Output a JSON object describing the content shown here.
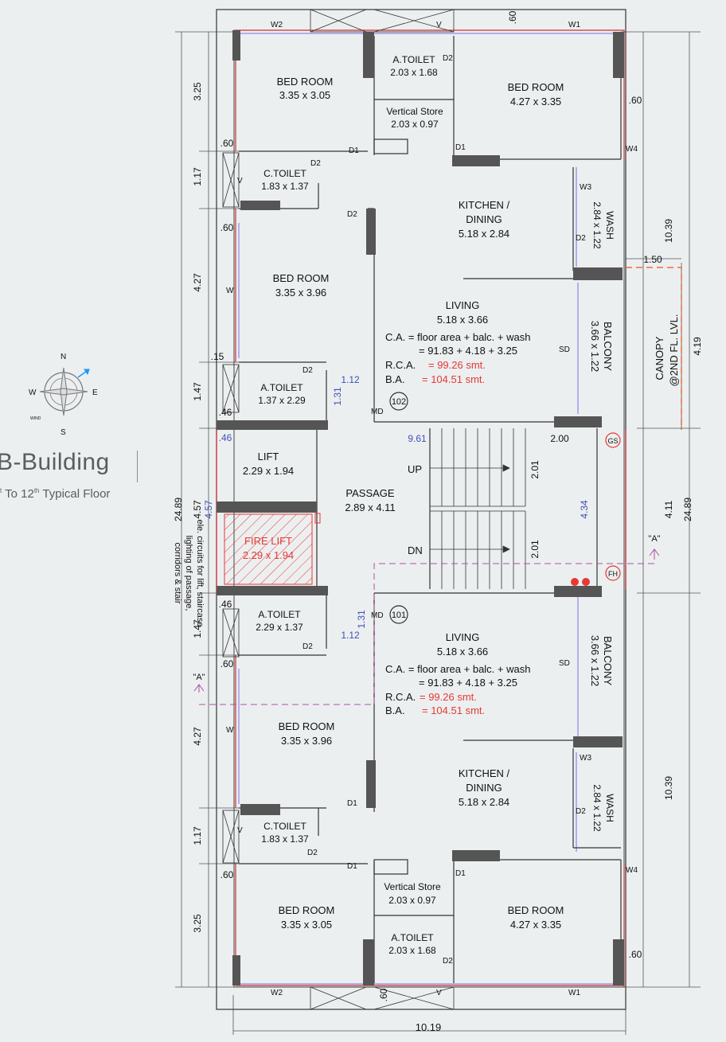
{
  "building": {
    "title": "B-Building",
    "floor_prefix": "st",
    "floor_text": " To 12",
    "floor_sup": "th",
    "floor_suffix": " Typical Floor"
  },
  "compass": {
    "n": "N",
    "s": "S",
    "e": "E",
    "w": "W",
    "wind": "WIND"
  },
  "rooms": {
    "bed_tl": [
      "BED ROOM",
      "3.35 x 3.05"
    ],
    "atoilet_tc": [
      "A.TOILET",
      "2.03 x 1.68"
    ],
    "bed_tr": [
      "BED ROOM",
      "4.27 x 3.35"
    ],
    "vstore_t": [
      "Vertical Store",
      "2.03 x 0.97"
    ],
    "ctoilet_t": [
      "C.TOILET",
      "1.83 x 1.37"
    ],
    "kitchen_t": [
      "KITCHEN /",
      "DINING",
      "5.18 x 2.84"
    ],
    "wash_t": [
      "WASH",
      "2.84 x 1.22"
    ],
    "bed_ml_t": [
      "BED ROOM",
      "3.35 x 3.96"
    ],
    "living_t": [
      "LIVING",
      "5.18 x 3.66"
    ],
    "balcony_t": [
      "BALCONY",
      "3.66 x 1.22"
    ],
    "atoilet_ml_t": [
      "A.TOILET",
      "1.37 x 2.29"
    ],
    "lift": [
      "LIFT",
      "2.29 x 1.94"
    ],
    "passage": [
      "PASSAGE",
      "2.89 x 4.11"
    ],
    "fire_lift": [
      "FIRE LIFT",
      "2.29 x 1.94"
    ],
    "atoilet_ml_b": [
      "A.TOILET",
      "2.29 x 1.37"
    ],
    "living_b": [
      "LIVING",
      "5.18 x 3.66"
    ],
    "balcony_b": [
      "BALCONY",
      "3.66 x 1.22"
    ],
    "bed_ml_b": [
      "BED ROOM",
      "3.35 x 3.96"
    ],
    "kitchen_b": [
      "KITCHEN /",
      "DINING",
      "5.18 x 2.84"
    ],
    "wash_b": [
      "WASH",
      "2.84 x 1.22"
    ],
    "ctoilet_b": [
      "C.TOILET",
      "1.83 x 1.37"
    ],
    "vstore_b": [
      "Vertical Store",
      "2.03 x 0.97"
    ],
    "bed_bl": [
      "BED ROOM",
      "3.35 x 3.05"
    ],
    "bed_br": [
      "BED ROOM",
      "4.27 x 3.35"
    ],
    "atoilet_bc": [
      "A.TOILET",
      "2.03 x 1.68"
    ]
  },
  "areas": {
    "ca_line1": "C.A.   = floor area + balc. + wash",
    "ca_line2": "=  91.83   + 4.18  + 3.25",
    "rca_label": "R.C.A.",
    "rca_value": "= 99.26 smt.",
    "ba_label": "B.A.",
    "ba_value": "= 104.51 smt."
  },
  "units": {
    "top": "102",
    "bottom": "101"
  },
  "canopy": [
    "CANOPY",
    "@2ND FL. LVL."
  ],
  "stair": {
    "up": "UP",
    "dn": "DN"
  },
  "markers": {
    "gs": "GS",
    "fh": "FH",
    "section": "\"A\""
  },
  "note": [
    "ele. circuits for lift, staircase",
    "lighting of passage,",
    "corridors & stair"
  ],
  "openings": {
    "w1": "W1",
    "w2": "W2",
    "w3": "W3",
    "w4": "W4",
    "w": "W",
    "v": "V",
    "d1": "D1",
    "d2": "D2",
    "md": "MD",
    "sd": "SD"
  },
  "dims": {
    "d325": "3.25",
    "d117": "1.17",
    "d427": "4.27",
    "d147": "1.47",
    "d457": "4.57",
    "d2489": "24.89",
    "d1039": "10.39",
    "d419": "4.19",
    "d411": "4.11",
    "d150": "1.50",
    "d200": "2.00",
    "d961": "9.61",
    "d201": "2.01",
    "d434": "4.34",
    "d112": "1.12",
    "d131": "1.31",
    "d60": ".60",
    "d46": ".46",
    "d15": ".15",
    "d1019": "10.19"
  }
}
